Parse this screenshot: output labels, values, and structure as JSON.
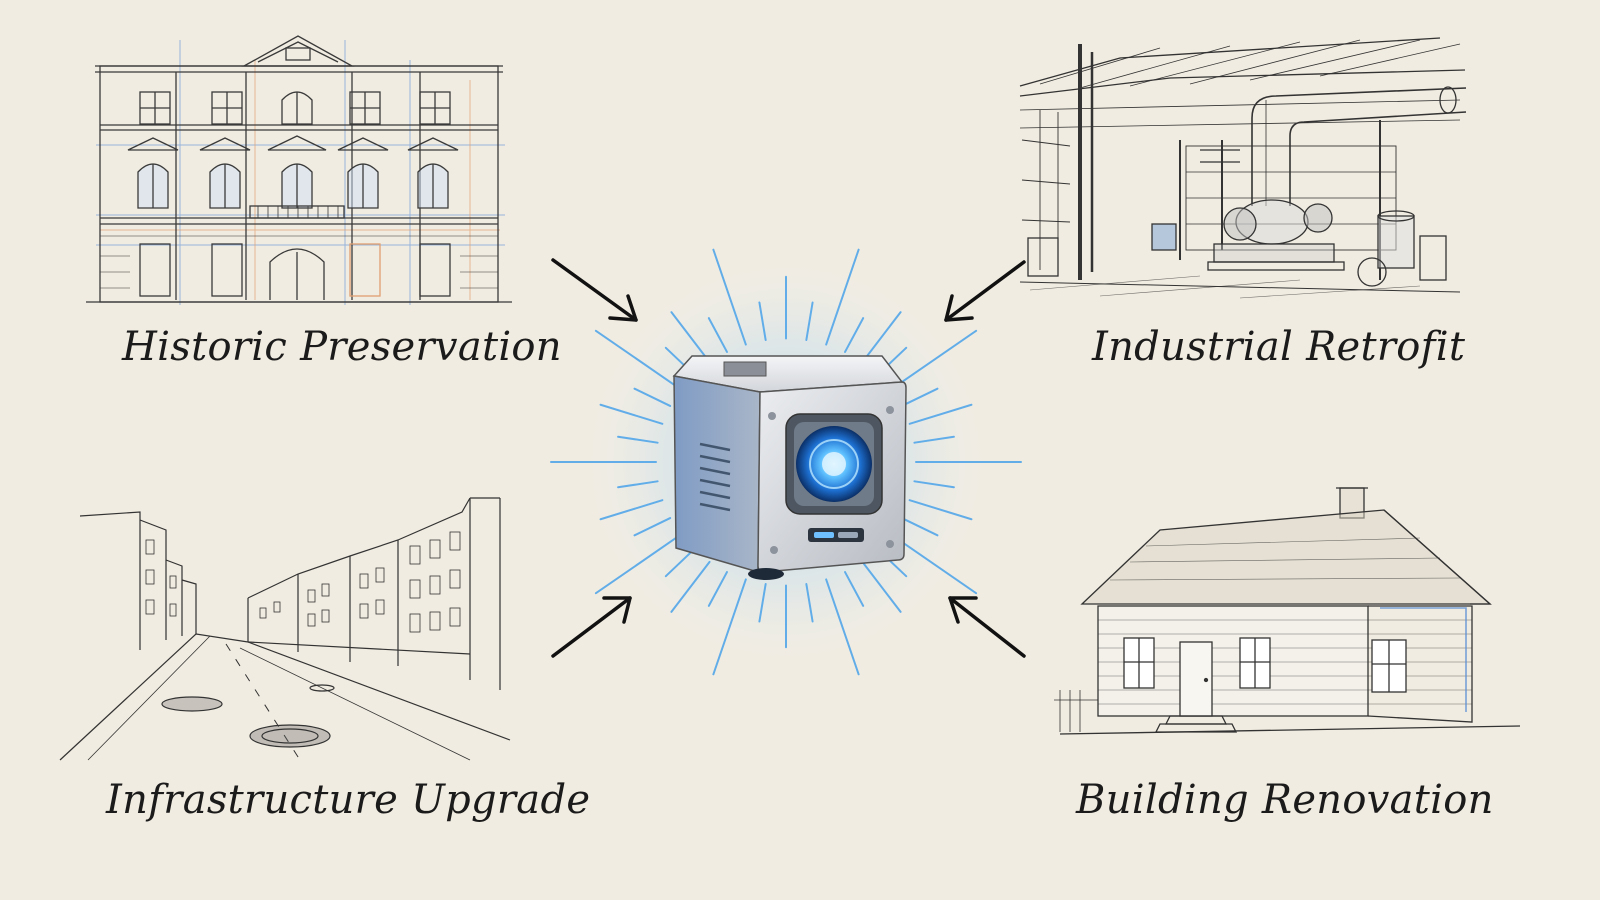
{
  "title": "",
  "colors": {
    "paper": "#f1ece1",
    "ink": "#2a2a2a",
    "blueprint_blue": "#5a8fd6",
    "blueprint_orange": "#e0a070",
    "glow_blue": "#4aa3ea",
    "device_body": "#b9bcc2",
    "device_face": "#e4e6ea"
  },
  "center": {
    "icon": "scanner-device-icon"
  },
  "quadrants": [
    {
      "id": "historic",
      "label": "Historic Preservation",
      "icon": "historic-building-icon"
    },
    {
      "id": "industrial",
      "label": "Industrial Retrofit",
      "icon": "industrial-plant-icon"
    },
    {
      "id": "infrastructure",
      "label": "Infrastructure Upgrade",
      "icon": "street-infrastructure-icon"
    },
    {
      "id": "renovation",
      "label": "Building Renovation",
      "icon": "house-icon"
    }
  ]
}
